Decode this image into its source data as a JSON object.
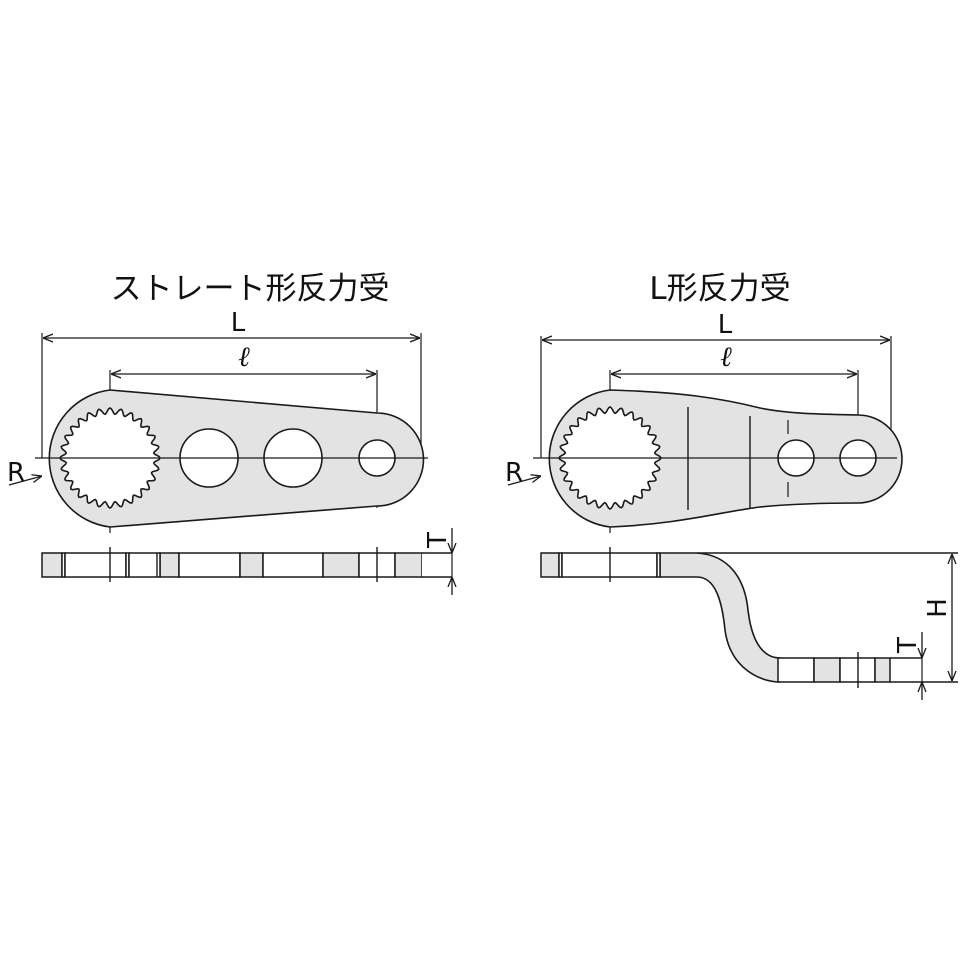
{
  "diagram": {
    "straight": {
      "title": "ストレート形反力受",
      "dim_L": "L",
      "dim_l": "ℓ",
      "dim_R": "R",
      "dim_T": "T"
    },
    "lshape": {
      "title": "L形反力受",
      "dim_L": "L",
      "dim_l": "ℓ",
      "dim_R": "R",
      "dim_T": "T",
      "dim_H": "H"
    },
    "colors": {
      "part_fill": "#e3e3e3",
      "line": "#1a1a1a",
      "background": "#ffffff"
    }
  }
}
